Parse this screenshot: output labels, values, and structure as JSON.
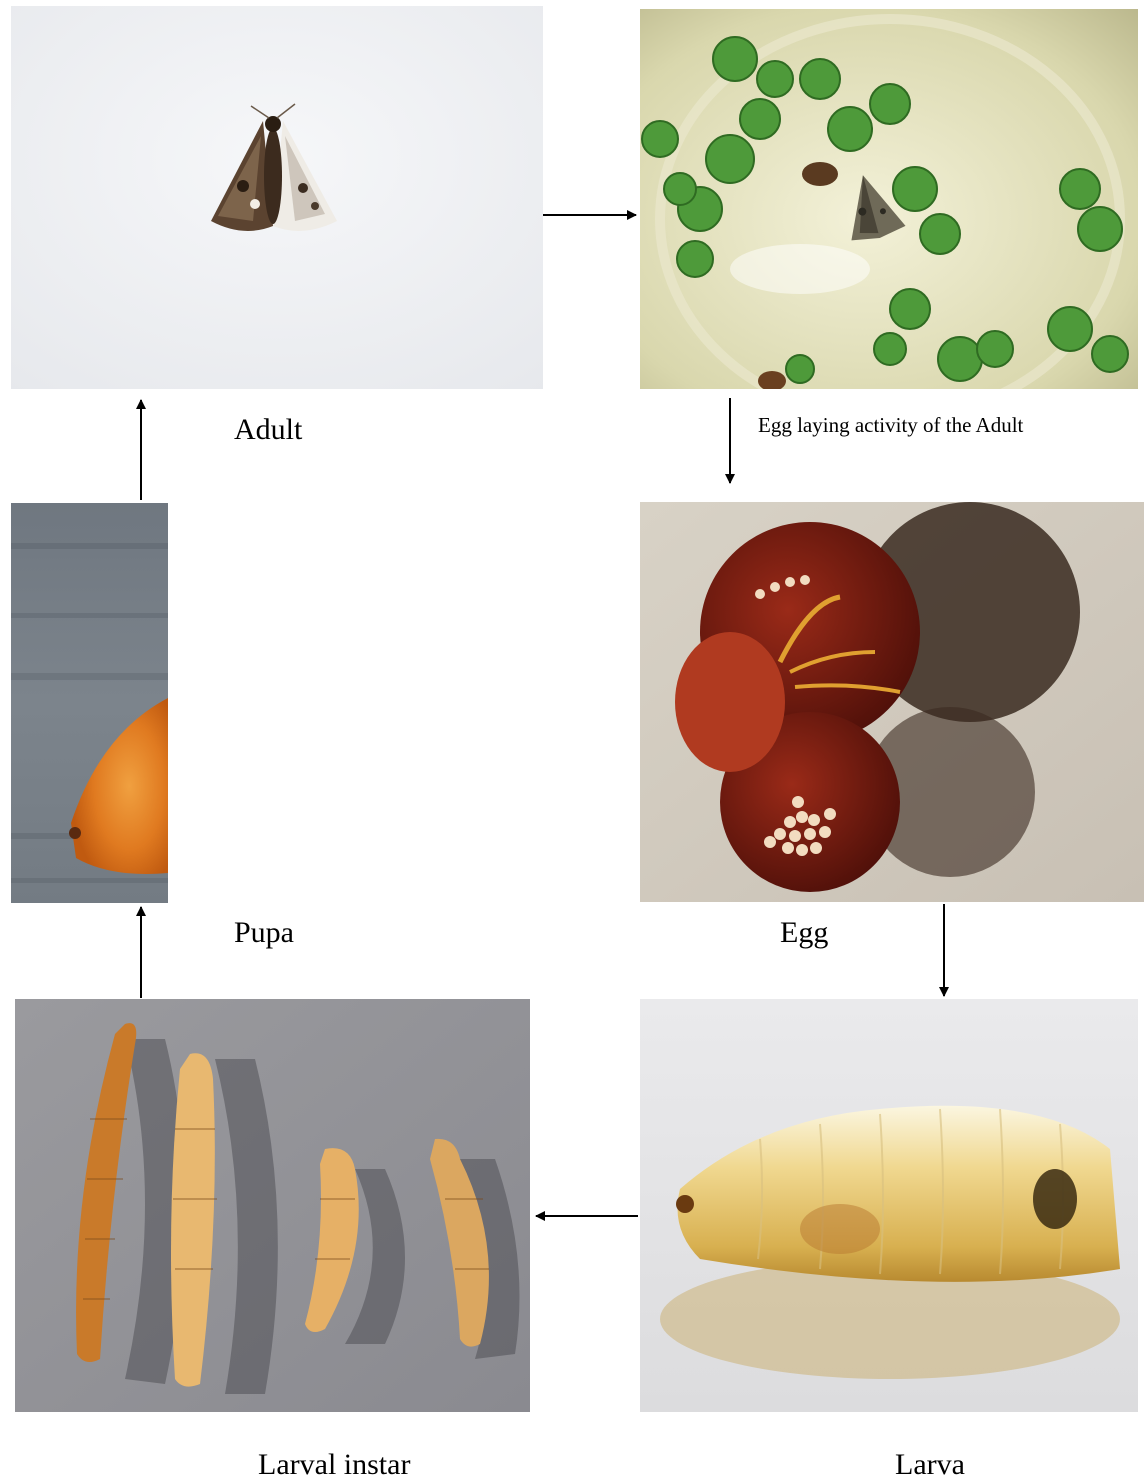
{
  "figure": {
    "captions": {
      "adult": "Adult",
      "egg_laying": "Egg laying activity of the Adult",
      "egg": "Egg",
      "pupa": "Pupa",
      "larval_instar": "Larval instar",
      "larva": "Larva"
    },
    "colors": {
      "arrow": "#000000",
      "background": "#ffffff"
    },
    "photos": [
      {
        "stage": "adult",
        "subject": "moth on white background"
      },
      {
        "stage": "egg_laying",
        "subject": "moth among floating leaves in water dish"
      },
      {
        "stage": "pupa",
        "subject": "orange pupa on grey surface"
      },
      {
        "stage": "egg",
        "subject": "egg cluster on dark red leaf"
      },
      {
        "stage": "larval_instar",
        "subject": "four larvae of increasing size"
      },
      {
        "stage": "larva",
        "subject": "close-up of pale yellow larva"
      }
    ]
  }
}
